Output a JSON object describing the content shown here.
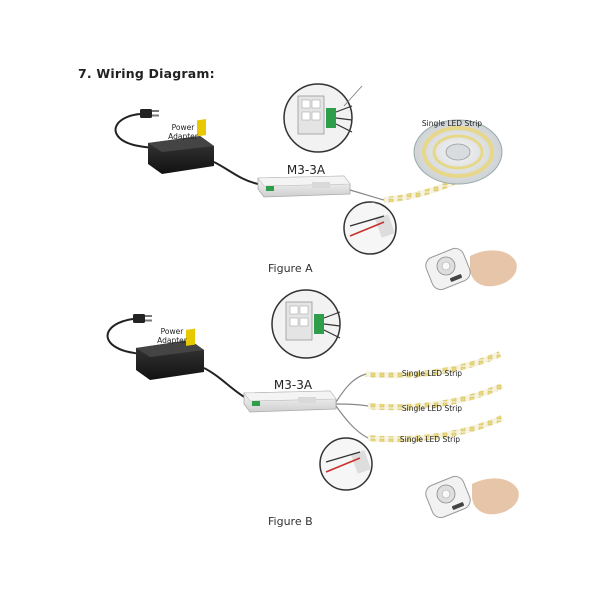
{
  "heading": "7. Wiring Diagram:",
  "figure_a": {
    "caption": "Figure A",
    "power_adapter_label": [
      "Power",
      "Adapter"
    ],
    "controller_label": "M3-3A",
    "strip_label": "Single LED Strip"
  },
  "figure_b": {
    "caption": "Figure B",
    "power_adapter_label": [
      "Power",
      "Adapter"
    ],
    "controller_label": "M3-3A",
    "strip_labels": [
      "Single LED Strip",
      "Single LED Strip",
      "Single LED Strip"
    ]
  },
  "colors": {
    "adapter": "#1c1c1c",
    "accent": "#e8c800",
    "controller": "#eeeeee",
    "strip_led": "#f3e7a8",
    "terminal_green": "#2f9e4a",
    "wire_red": "#c8302a"
  }
}
